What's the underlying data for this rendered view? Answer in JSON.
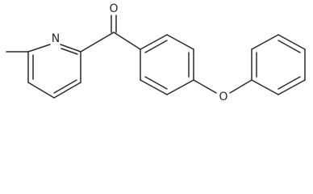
{
  "molecule": {
    "atoms": {
      "carbonyl_oxygen": "O",
      "pyridine_nitrogen": "N",
      "ether_oxygen": "O"
    }
  }
}
